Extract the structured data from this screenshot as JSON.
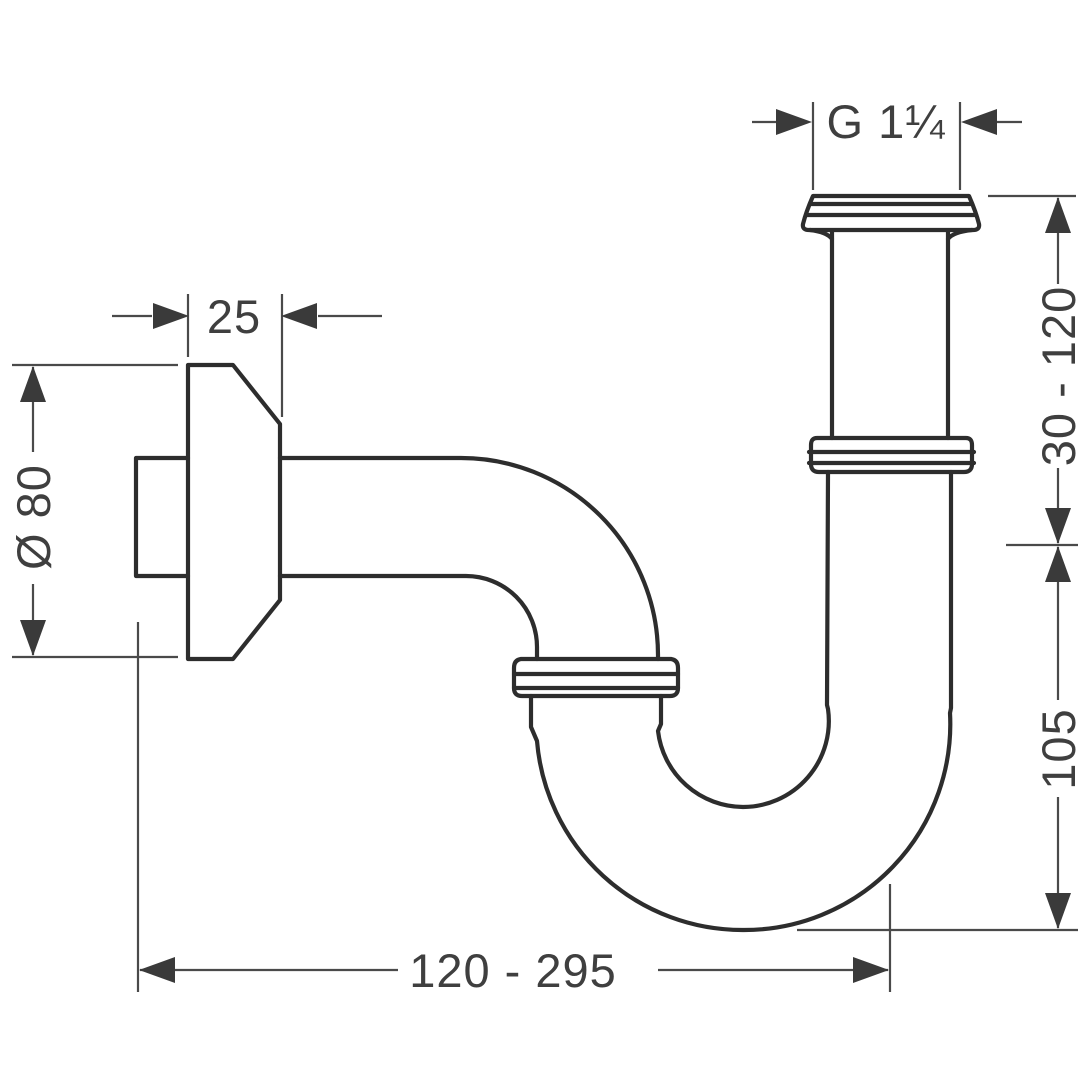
{
  "drawing": {
    "labels": {
      "thread_size": "G 1¼",
      "escutcheon_depth": "25",
      "escutcheon_diameter": "Ø 80",
      "inlet_height_range": "30 - 120",
      "trap_depth": "105",
      "outlet_reach_range": "120 - 295"
    },
    "colors": {
      "outline": "#2d2d2d",
      "dimension_line": "#4a4a4a",
      "arrow": "#3a3a3a",
      "text": "#3f3f3f",
      "background": "#ffffff"
    }
  }
}
